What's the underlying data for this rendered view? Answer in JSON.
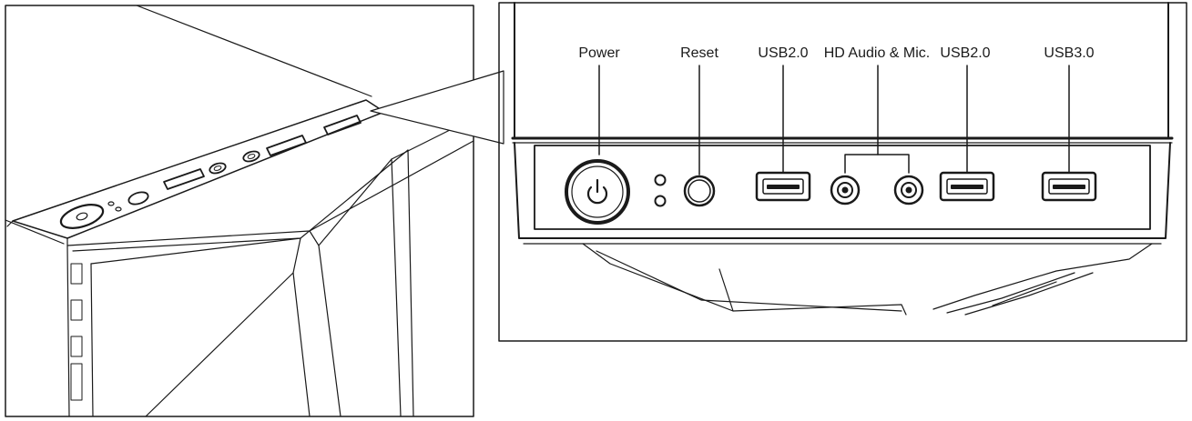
{
  "labels": {
    "power": "Power",
    "reset": "Reset",
    "usb2_left": "USB2.0",
    "hd_audio": "HD Audio & Mic.",
    "usb2_right": "USB2.0",
    "usb3": "USB3.0"
  },
  "colors": {
    "line": "#1a1a1a",
    "background": "#ffffff"
  },
  "icons": [
    "power-icon"
  ]
}
